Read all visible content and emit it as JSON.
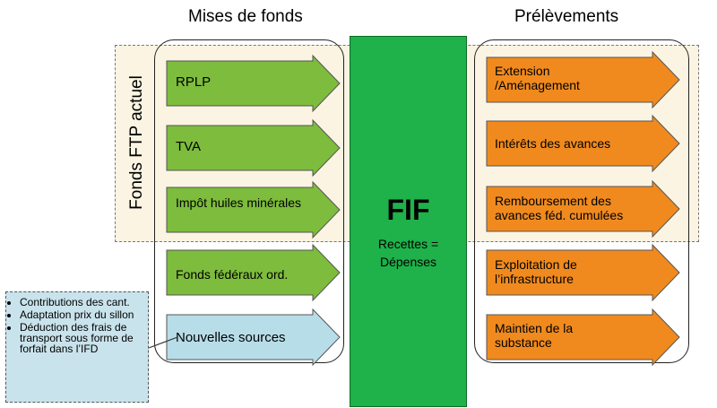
{
  "headers": {
    "left": "Mises de fonds",
    "right": "Prélèvements"
  },
  "ftp_band": {
    "label": "Fonds FTP actuel"
  },
  "center": {
    "title": "FIF",
    "subtitle_line1": "Recettes =",
    "subtitle_line2": "Dépenses"
  },
  "funding_sources": [
    {
      "label": "RPLP",
      "color": "#7dbc3c"
    },
    {
      "label": "TVA",
      "color": "#7dbc3c"
    },
    {
      "label": "Impôt huiles minérales",
      "color": "#7dbc3c"
    },
    {
      "label": "Fonds fédéraux ord.",
      "color": "#7dbc3c"
    },
    {
      "label": "Nouvelles sources",
      "color": "#b7dde8"
    }
  ],
  "withdrawals": [
    {
      "label": "Extension /Aménagement",
      "color": "#f08a1e"
    },
    {
      "label": "Intérêts des avances",
      "color": "#f08a1e"
    },
    {
      "label": "Remboursement des avances féd. cumulées",
      "color": "#f08a1e"
    },
    {
      "label": "Exploitation de l’infrastructure",
      "color": "#f08a1e"
    },
    {
      "label": "Maintien de la substance",
      "color": "#f08a1e"
    }
  ],
  "new_sources_note": {
    "items": [
      "Contributions des cant.",
      "Adaptation prix du sillon",
      "Déduction des frais de transport sous forme de forfait dans l’IFD"
    ]
  }
}
